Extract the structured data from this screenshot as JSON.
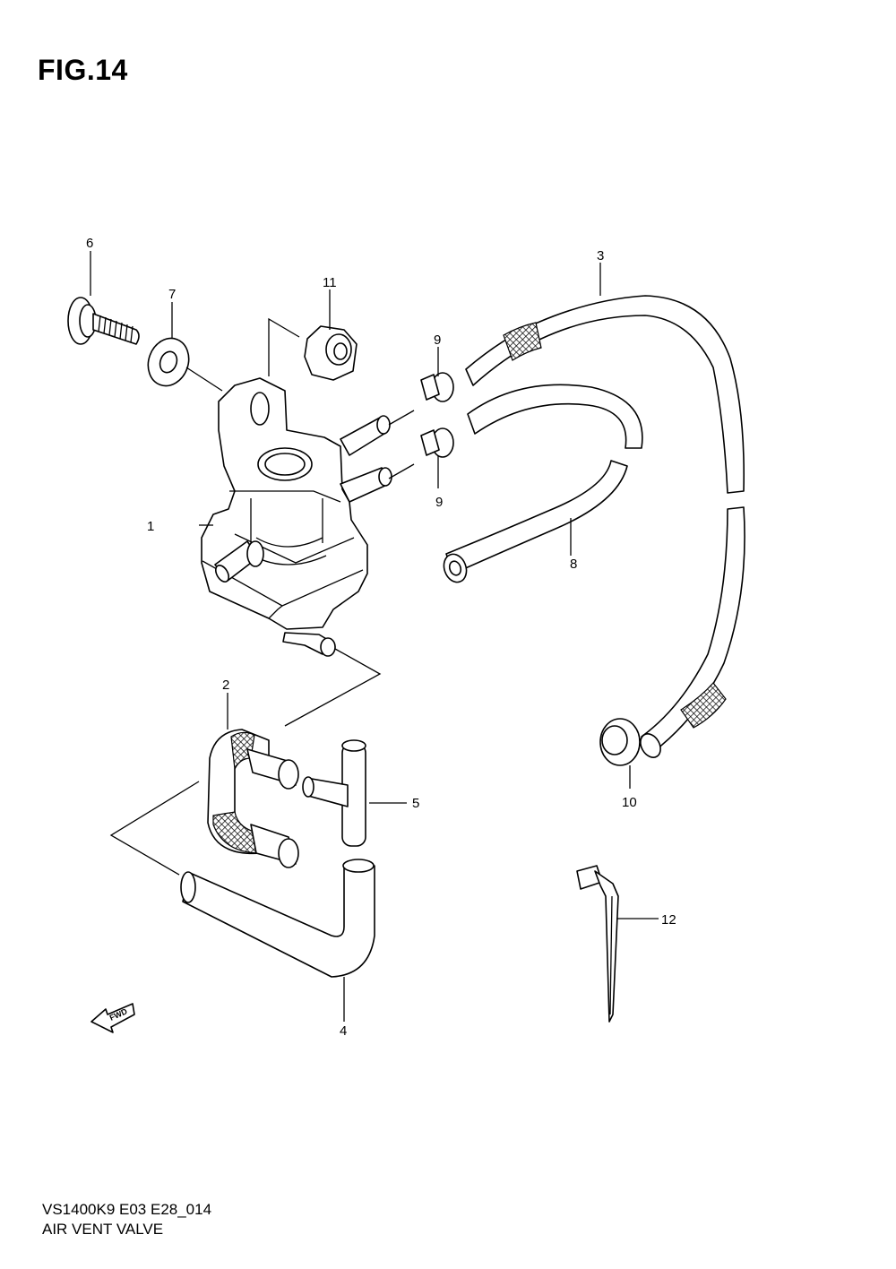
{
  "figure": {
    "title": "FIG.14",
    "model_code": "VS1400K9 E03 E28_014",
    "caption": "AIR VENT VALVE",
    "direction_badge": "FWD"
  },
  "callouts": [
    {
      "id": "1",
      "part": "air-vent-valve"
    },
    {
      "id": "2",
      "part": "u-hose"
    },
    {
      "id": "3",
      "part": "long-hose"
    },
    {
      "id": "4",
      "part": "l-hose"
    },
    {
      "id": "5",
      "part": "t-joint"
    },
    {
      "id": "6",
      "part": "bolt"
    },
    {
      "id": "7",
      "part": "washer"
    },
    {
      "id": "8",
      "part": "curved-hose"
    },
    {
      "id": "9",
      "part": "hose-clamp"
    },
    {
      "id": "10",
      "part": "cap"
    },
    {
      "id": "11",
      "part": "nut"
    },
    {
      "id": "12",
      "part": "clamp-tie"
    }
  ]
}
